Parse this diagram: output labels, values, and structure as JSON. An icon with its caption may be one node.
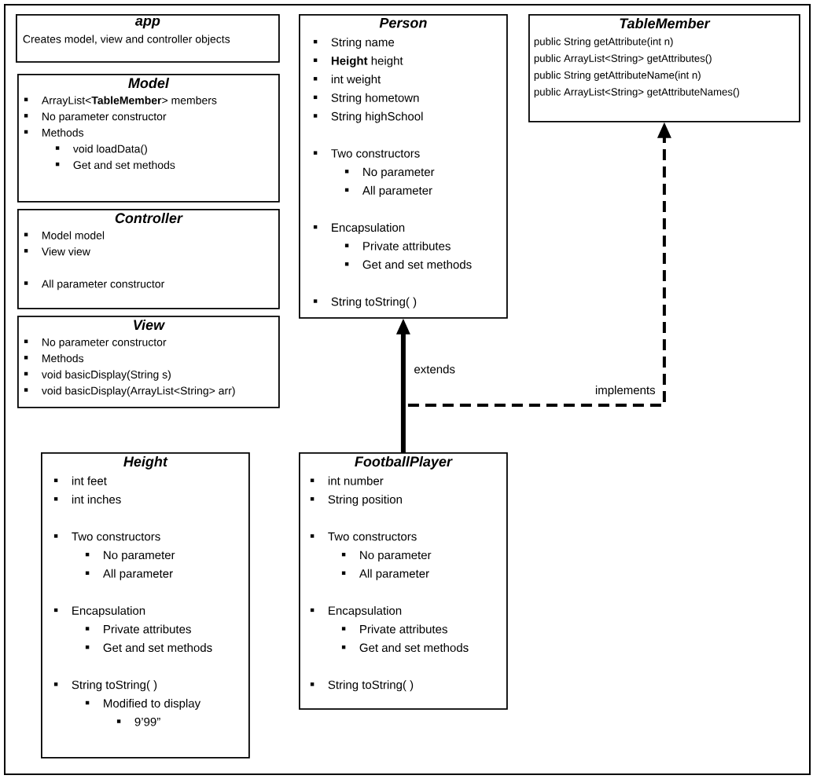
{
  "diagram": {
    "nodes": [
      {
        "text": [
          "app",
          "Creates model, view and controller objects"
        ]
      },
      {
        "text": [
          "Model",
          "ArrayList<**TableMember**> members",
          "No parameter constructor",
          "Methods",
          "void loadData()",
          "Get and set methods"
        ]
      },
      {
        "text": [
          "Controller",
          "Model model",
          "View view",
          "All parameter constructor"
        ]
      },
      {
        "text": [
          "View",
          "No parameter constructor",
          "Methods",
          "void basicDisplay(String s)",
          "void basicDisplay(ArrayList<String> arr)"
        ]
      },
      {
        "text": [
          "Person",
          "String name",
          "**Height** height",
          "int weight",
          "String hometown",
          "String highSchool",
          "Two constructors",
          "No parameter",
          "All parameter",
          "Encapsulation",
          "Private attributes",
          "Get and set methods",
          "String toString( )"
        ]
      },
      {
        "text": [
          "TableMember",
          "public String getAttribute(int n)",
          "public ArrayList<String> getAttributes()",
          "public String getAttributeName(int n)",
          "public ArrayList<String> getAttributeNames()"
        ]
      },
      {
        "text": [
          "Height",
          "int feet",
          "int inches",
          "Two constructors",
          "No parameter",
          "All parameter",
          "Encapsulation",
          "Private attributes",
          "Get and set methods",
          "String toString( )",
          "Modified to display",
          "9’99”"
        ]
      },
      {
        "text": [
          "FootballPlayer",
          "int number",
          "String position",
          "Two constructors",
          "No parameter",
          "All parameter",
          "Encapsulation",
          "Private attributes",
          "Get and set methods",
          "String toString( )"
        ]
      }
    ],
    "edges": [
      {
        "from": 7,
        "to": 4,
        "arrow": "to",
        "label": "extends"
      },
      {
        "from": 7,
        "to": 5,
        "arrow": "to",
        "label": "implements",
        "style": "dashed"
      }
    ]
  }
}
